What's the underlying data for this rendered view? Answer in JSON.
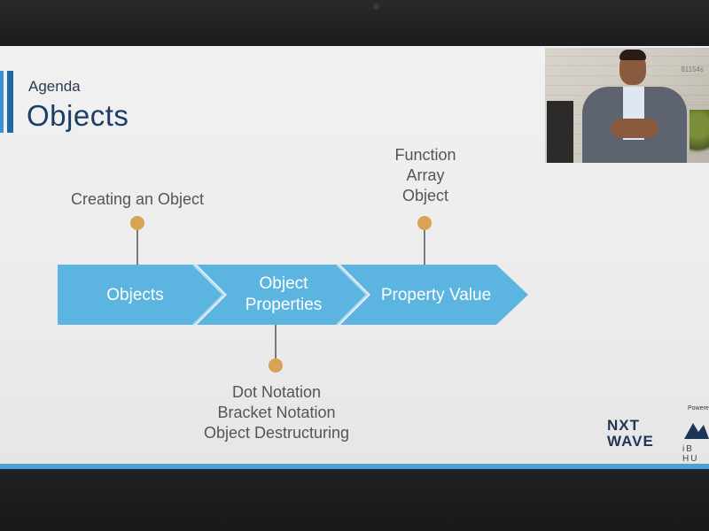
{
  "slide": {
    "agenda_label": "Agenda",
    "title": "Objects",
    "accent_color": "#1f6aa5",
    "arrow_color": "#5bb5e0"
  },
  "diagram": {
    "steps": [
      {
        "label": "Objects"
      },
      {
        "label": "Object Properties",
        "lines": [
          "Object",
          "Properties"
        ]
      },
      {
        "label": "Property Value"
      }
    ],
    "annotations": {
      "top_left": [
        "Creating an Object"
      ],
      "top_right": [
        "Function",
        "Array",
        "Object"
      ],
      "bottom_middle": [
        "Dot Notation",
        "Bracket Notation",
        "Object Destructuring"
      ]
    },
    "marker_color": "#d9a354"
  },
  "video": {
    "watermark": "81154s"
  },
  "branding": {
    "logo_line1": "NXT",
    "logo_line2": "WAVE",
    "partner_powered": "Powere",
    "partner_name": "iB HU"
  }
}
